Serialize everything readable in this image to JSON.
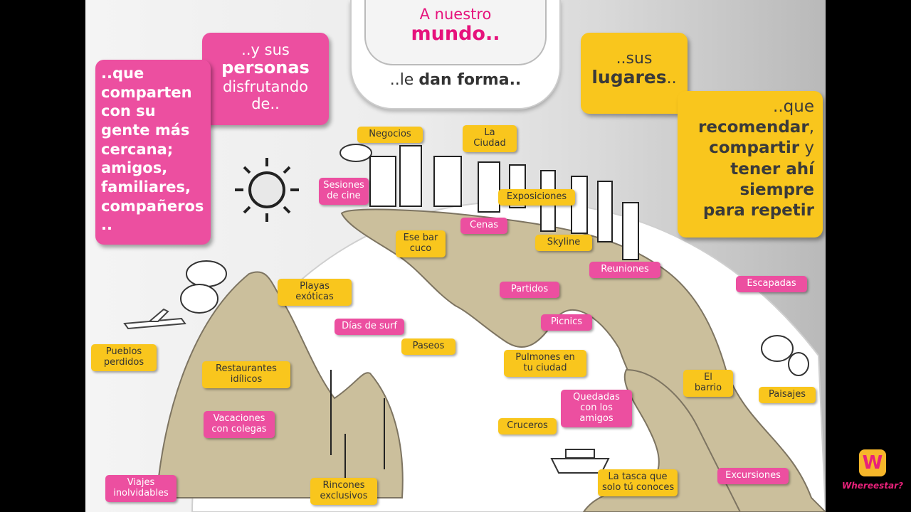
{
  "header": {
    "line1": "A nuestro",
    "line2": "mundo..",
    "line3_a": "..le",
    "line3_b": "dan forma.."
  },
  "callouts": {
    "personas": {
      "l1": "..y sus",
      "l2": "personas",
      "l3": "disfrutando",
      "l4": "de.."
    },
    "comparten": {
      "lines": [
        "..que",
        "comparten",
        "con su",
        "gente más",
        "cercana;",
        "amigos,",
        "familiares,",
        "compañeros",
        ".."
      ]
    },
    "lugares": {
      "l1": "..sus",
      "l2": "lugares",
      "l2b": ".."
    },
    "recomendar": {
      "l1": "..que",
      "l2": "recomendar",
      "l2b": ",",
      "l3": "compartir",
      "l3b": " y",
      "l4": "tener ahí",
      "l5": "siempre",
      "l6": "para repetir"
    }
  },
  "tags": [
    {
      "text": "Negocios",
      "color": "gold"
    },
    {
      "text": "La\nCiudad",
      "color": "gold"
    },
    {
      "text": "Sesiones\nde cine",
      "color": "pink"
    },
    {
      "text": "Exposiciones",
      "color": "gold"
    },
    {
      "text": "Cenas",
      "color": "pink"
    },
    {
      "text": "Ese bar\ncuco",
      "color": "gold"
    },
    {
      "text": "Skyline",
      "color": "gold"
    },
    {
      "text": "Reuniones",
      "color": "pink"
    },
    {
      "text": "Playas\nexóticas",
      "color": "gold"
    },
    {
      "text": "Partidos",
      "color": "pink"
    },
    {
      "text": "Picnics",
      "color": "pink"
    },
    {
      "text": "Días de surf",
      "color": "pink"
    },
    {
      "text": "Paseos",
      "color": "gold"
    },
    {
      "text": "Pulmones en\ntu ciudad",
      "color": "gold"
    },
    {
      "text": "Escapadas",
      "color": "pink"
    },
    {
      "text": "Pueblos\nperdidos",
      "color": "gold"
    },
    {
      "text": "Restaurantes\nidílicos",
      "color": "gold"
    },
    {
      "text": "El\nbarrio",
      "color": "gold"
    },
    {
      "text": "Quedadas\ncon los\namigos",
      "color": "pink"
    },
    {
      "text": "Paisajes",
      "color": "gold"
    },
    {
      "text": "Vacaciones\ncon colegas",
      "color": "pink"
    },
    {
      "text": "Cruceros",
      "color": "gold"
    },
    {
      "text": "Viajes\ninolvidables",
      "color": "pink"
    },
    {
      "text": "Rincones\nexclusivos",
      "color": "gold"
    },
    {
      "text": "La tasca que\nsolo tú conoces",
      "color": "gold"
    },
    {
      "text": "Excursiones",
      "color": "pink"
    }
  ],
  "logo": {
    "mark": "W",
    "text": "Whereestar?"
  },
  "colors": {
    "pink": "#ec4fa0",
    "gold": "#f9c61d",
    "land": "#cbbf9c",
    "sea": "#ffffff"
  }
}
